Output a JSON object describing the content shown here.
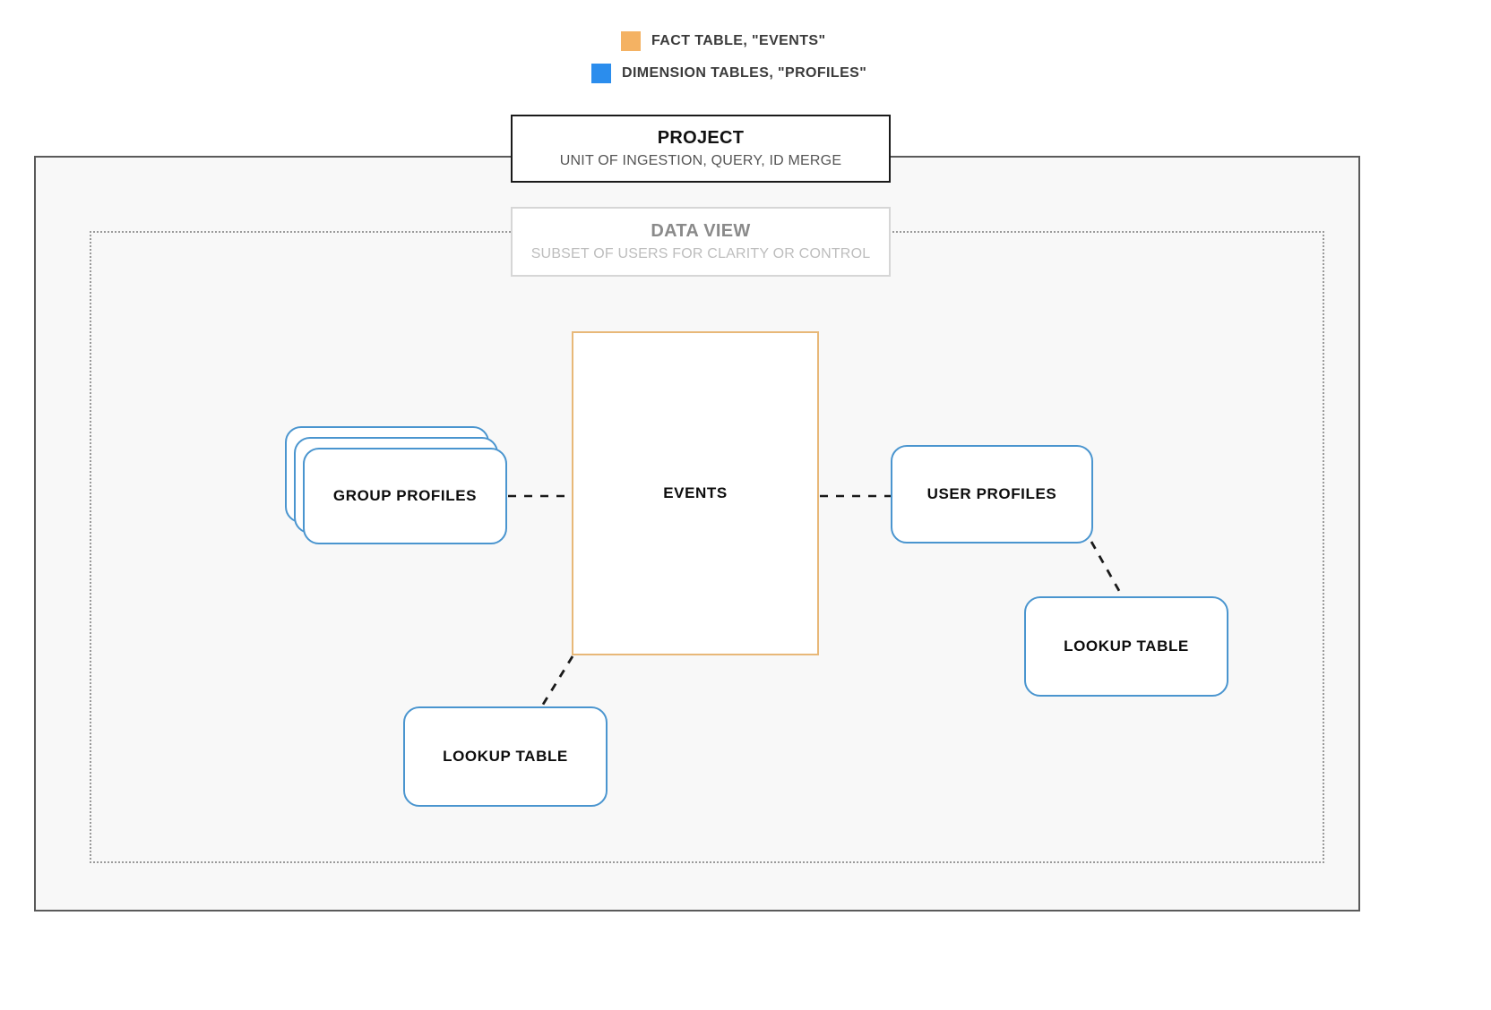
{
  "legend": {
    "items": [
      {
        "label": "FACT TABLE, \"EVENTS\"",
        "color": "#f4b263",
        "icon": "orange-square-swatch"
      },
      {
        "label": "DIMENSION TABLES, \"PROFILES\"",
        "color": "#2b8ded",
        "icon": "blue-square-swatch"
      }
    ]
  },
  "project_card": {
    "title": "PROJECT",
    "subtitle": "UNIT OF INGESTION, QUERY, ID MERGE"
  },
  "dataview_card": {
    "title": "DATA VIEW",
    "subtitle": "SUBSET OF USERS FOR CLARITY OR CONTROL"
  },
  "nodes": {
    "events": "EVENTS",
    "group_profiles": "GROUP PROFILES",
    "user_profiles": "USER PROFILES",
    "lookup_left": "LOOKUP TABLE",
    "lookup_right": "LOOKUP TABLE"
  },
  "colors": {
    "fact_border": "#e8b878",
    "dimension_border": "#4a95cf",
    "project_border": "#1a1a1a",
    "dataview_border": "#d6d6d6",
    "container_fill": "#f8f8f8",
    "container_border": "#5a5a5a",
    "inner_container_border": "#9a9a9a",
    "connector": "#1a1a1a"
  }
}
